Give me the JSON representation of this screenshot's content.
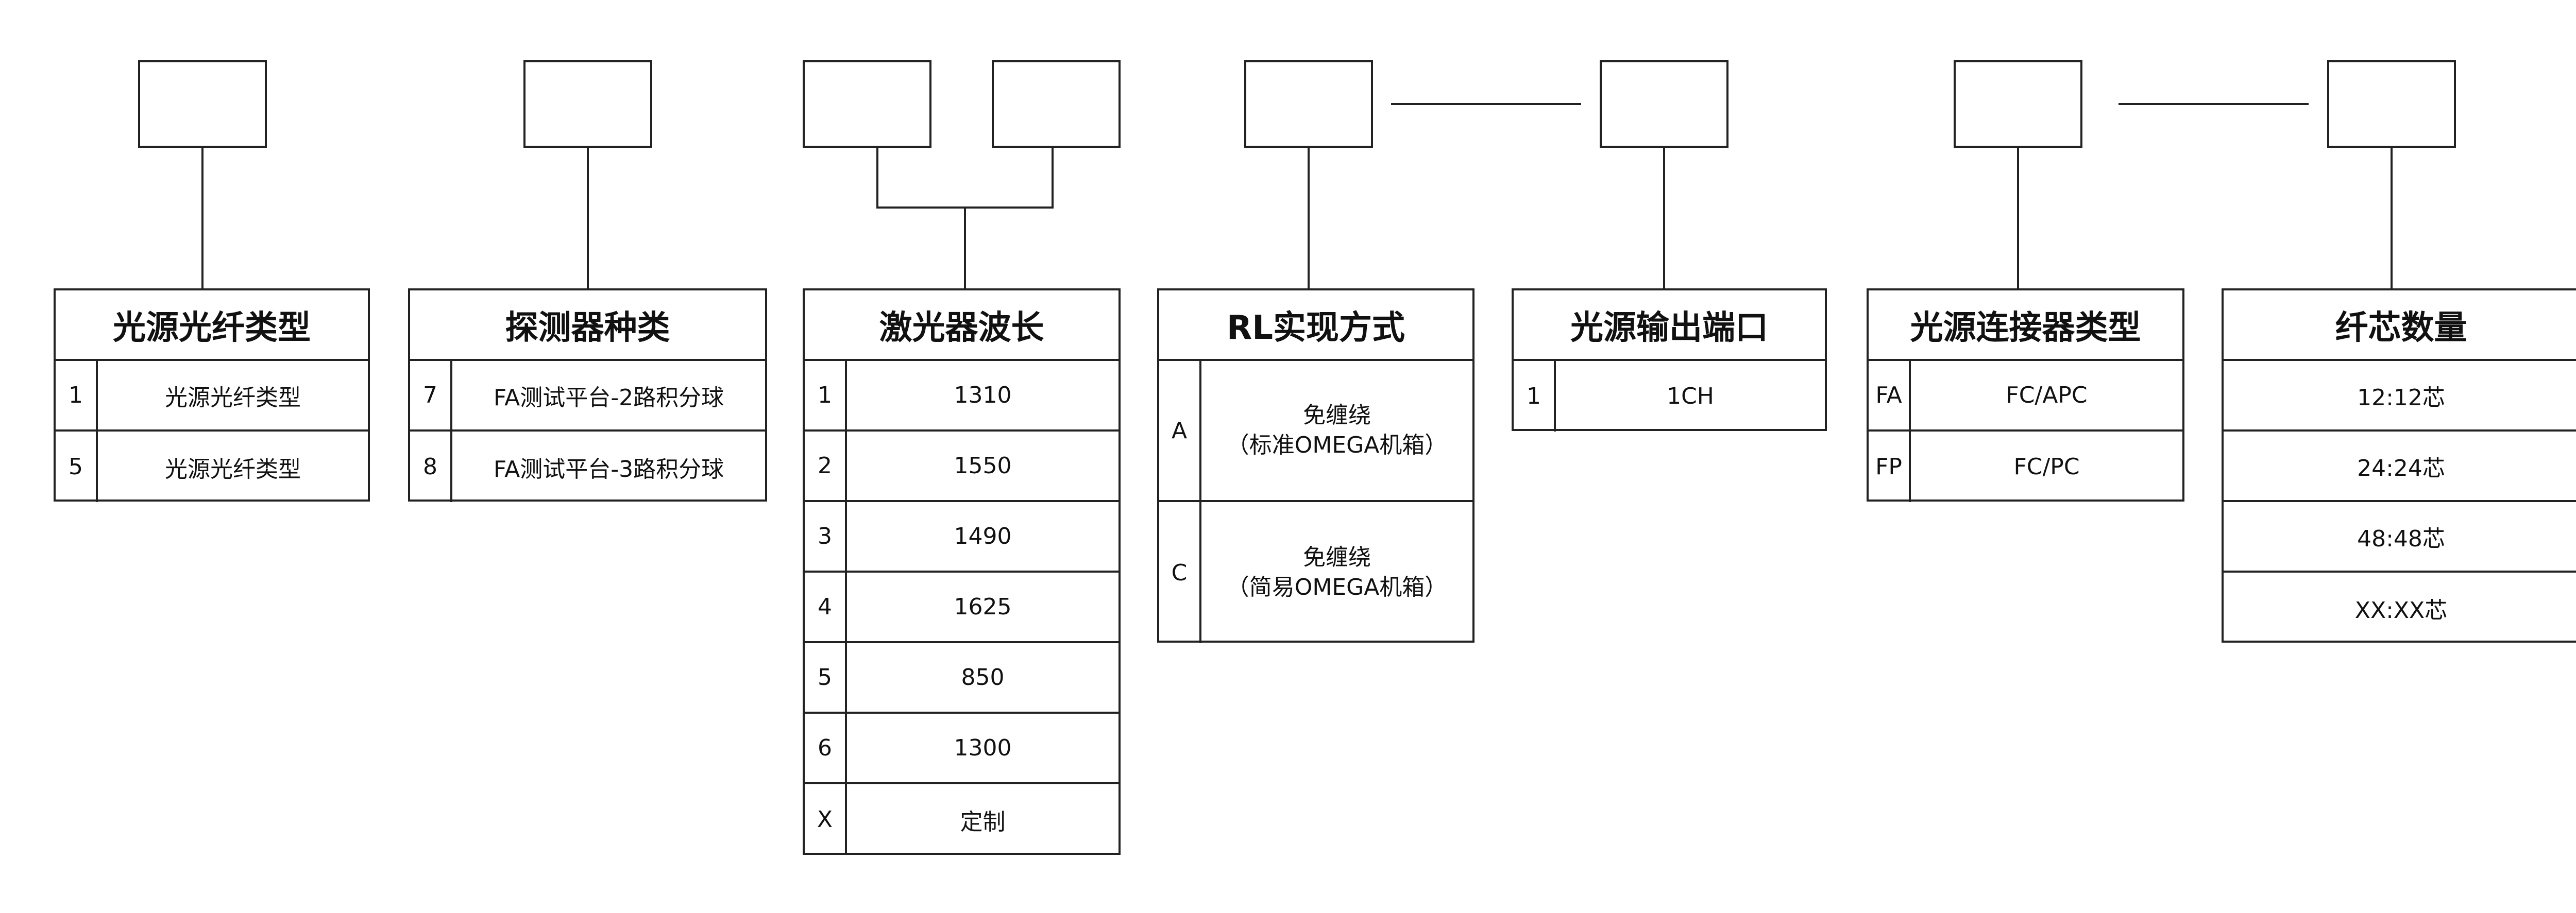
{
  "panels": [
    {
      "title": "光源光纤类型",
      "rows": [
        {
          "code": "1",
          "desc": "光源光纤类型"
        },
        {
          "code": "5",
          "desc": "光源光纤类型"
        }
      ]
    },
    {
      "title": "探测器种类",
      "rows": [
        {
          "code": "7",
          "desc": "FA测试平台-2路积分球"
        },
        {
          "code": "8",
          "desc": "FA测试平台-3路积分球"
        }
      ]
    },
    {
      "title": "激光器波长",
      "rows": [
        {
          "code": "1",
          "desc": "1310"
        },
        {
          "code": "2",
          "desc": "1550"
        },
        {
          "code": "3",
          "desc": "1490"
        },
        {
          "code": "4",
          "desc": "1625"
        },
        {
          "code": "5",
          "desc": "850"
        },
        {
          "code": "6",
          "desc": "1300"
        },
        {
          "code": "X",
          "desc": "定制"
        }
      ]
    },
    {
      "title": "RL实现方式",
      "rows": [
        {
          "code": "A",
          "desc_line1": "免缠绕",
          "desc_line2": "（标准OMEGA机箱）"
        },
        {
          "code": "C",
          "desc_line1": "免缠绕",
          "desc_line2": "（简易OMEGA机箱）"
        }
      ]
    },
    {
      "title": "光源输出端口",
      "rows": [
        {
          "code": "1",
          "desc": "1CH"
        }
      ]
    },
    {
      "title": "光源连接器类型",
      "rows": [
        {
          "code": "FA",
          "desc": "FC/APC"
        },
        {
          "code": "FP",
          "desc": "FC/PC"
        }
      ]
    },
    {
      "title": "纤芯数量",
      "rows": [
        {
          "desc": "12:12芯"
        },
        {
          "desc": "24:24芯"
        },
        {
          "desc": "48:48芯"
        },
        {
          "desc": "XX:XX芯"
        }
      ]
    }
  ]
}
